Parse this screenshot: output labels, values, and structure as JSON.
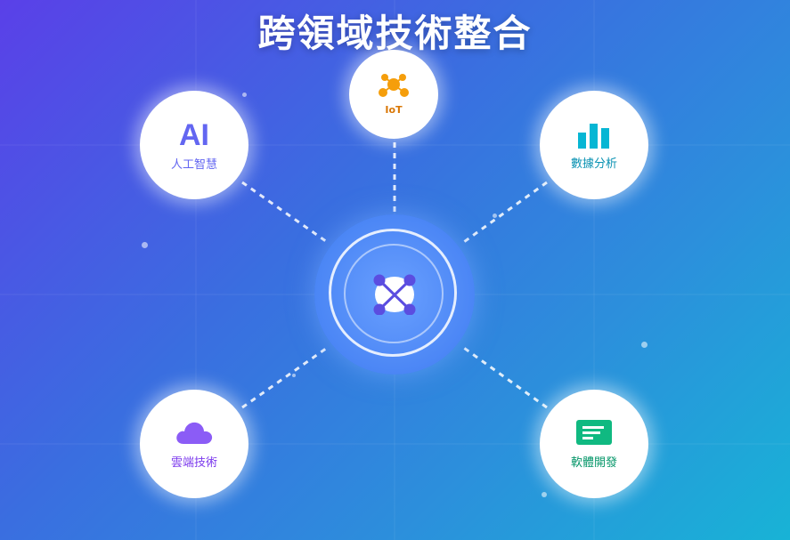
{
  "title": "跨領域技術整合",
  "hub": {
    "icon": "network-nodes-icon"
  },
  "nodes": [
    {
      "id": "iot",
      "label": "IoT",
      "icon": "iot-nodes-icon",
      "color": "#f59e0b"
    },
    {
      "id": "ai",
      "label": "人工智慧",
      "icon_text": "AI",
      "color": "#6366f1"
    },
    {
      "id": "data",
      "label": "數據分析",
      "icon": "bar-chart-icon",
      "color": "#06b6d4"
    },
    {
      "id": "cloud",
      "label": "雲端技術",
      "icon": "cloud-icon",
      "color": "#8b5cf6"
    },
    {
      "id": "software",
      "label": "軟體開發",
      "icon": "code-window-icon",
      "color": "#10b981"
    }
  ],
  "colors": {
    "background_start": "#5a40e8",
    "background_end": "#18b3d6",
    "hub": "#4b86f5",
    "hub_icon": "#5b4de0"
  }
}
